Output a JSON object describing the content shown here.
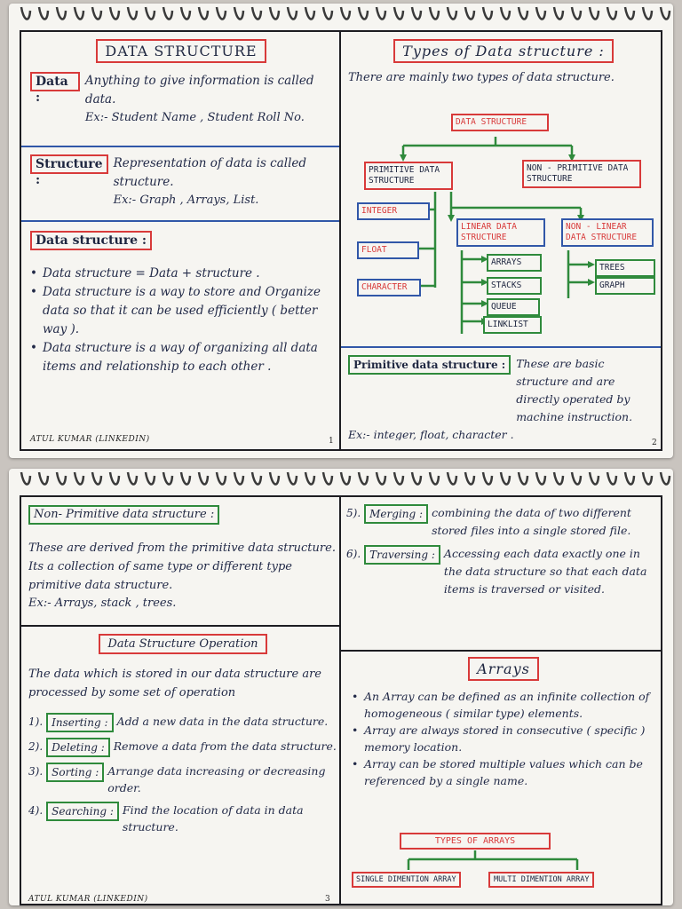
{
  "top_page": {
    "data_structure_title": "DATA STRUCTURE",
    "data_def": {
      "label": "Data :",
      "text": "Anything to give information is called data.",
      "example": "Ex:- Student Name , Student Roll No."
    },
    "structure_def": {
      "label": "Structure :",
      "text": "Representation of data is called structure.",
      "example": "Ex:- Graph , Arrays, List."
    },
    "ds_section": {
      "label": "Data structure :",
      "bullets": [
        "Data structure = Data + structure .",
        "Data structure is a way to store and Organize data so that it can be used efficiently ( better way ).",
        "Data structure is a way of organizing all data items and relationship to each other ."
      ]
    },
    "footer": "ATUL KUMAR (LINKEDIN)",
    "page_left": "1",
    "types_title": "Types of Data structure :",
    "types_intro": "There are mainly two types of data structure.",
    "tree": {
      "root": "DATA STRUCTURE",
      "primitive": "PRIMITIVE DATA STRUCTURE",
      "non_primitive": "NON - PRIMITIVE DATA STRUCTURE",
      "integer": "INTEGER",
      "float": "FLOAT",
      "character": "CHARACTER",
      "linear": "LINEAR DATA STRUCTURE",
      "non_linear": "NON - LINEAR DATA STRUCTURE",
      "arrays": "ARRAYS",
      "stacks": "STACKS",
      "queue": "QUEUE",
      "linklist": "LINKLIST",
      "trees": "TREES",
      "graph": "GRAPH"
    },
    "primitive_def": {
      "label": "Primitive data structure :",
      "text": "These are basic structure and are directly operated by machine instruction.",
      "example": "Ex:- integer, float, character ."
    },
    "page_right": "2"
  },
  "bottom_page": {
    "non_primitive": {
      "label": "Non- Primitive data structure :",
      "text": "These are derived from the primitive data structure. Its a collection of same type or different type primitive data structure.",
      "example": "Ex:- Arrays, stack , trees."
    },
    "operations": {
      "title": "Data Structure Operation",
      "intro": "The data which is stored in our data structure are processed by some set of operation",
      "items": [
        {
          "num": "1).",
          "label": "Inserting :",
          "text": "Add a new data in the data structure."
        },
        {
          "num": "2).",
          "label": "Deleting :",
          "text": "Remove a data from the data structure."
        },
        {
          "num": "3).",
          "label": "Sorting :",
          "text": "Arrange data increasing or decreasing order."
        },
        {
          "num": "4).",
          "label": "Searching :",
          "text": "Find the location of data in data structure."
        }
      ]
    },
    "more_ops": [
      {
        "num": "5).",
        "label": "Merging :",
        "text": "combining the data of two different stored files into a single stored file."
      },
      {
        "num": "6).",
        "label": "Traversing :",
        "text": "Accessing each data exactly one in the data structure so that each data items is traversed or visited."
      }
    ],
    "arrays": {
      "title": "Arrays",
      "bullets": [
        "An Array can be defined as an infinite collection of homogeneous ( similar type) elements.",
        "Array are always stored in consecutive ( specific ) memory location.",
        "Array can be stored multiple values which can be referenced by a single name."
      ],
      "types_title": "TYPES OF ARRAYS",
      "single": "SINGLE DIMENTION ARRAY",
      "multi": "MULTI DIMENTION ARRAY"
    },
    "footer": "ATUL KUMAR (LINKEDIN)",
    "page_left": "3"
  }
}
